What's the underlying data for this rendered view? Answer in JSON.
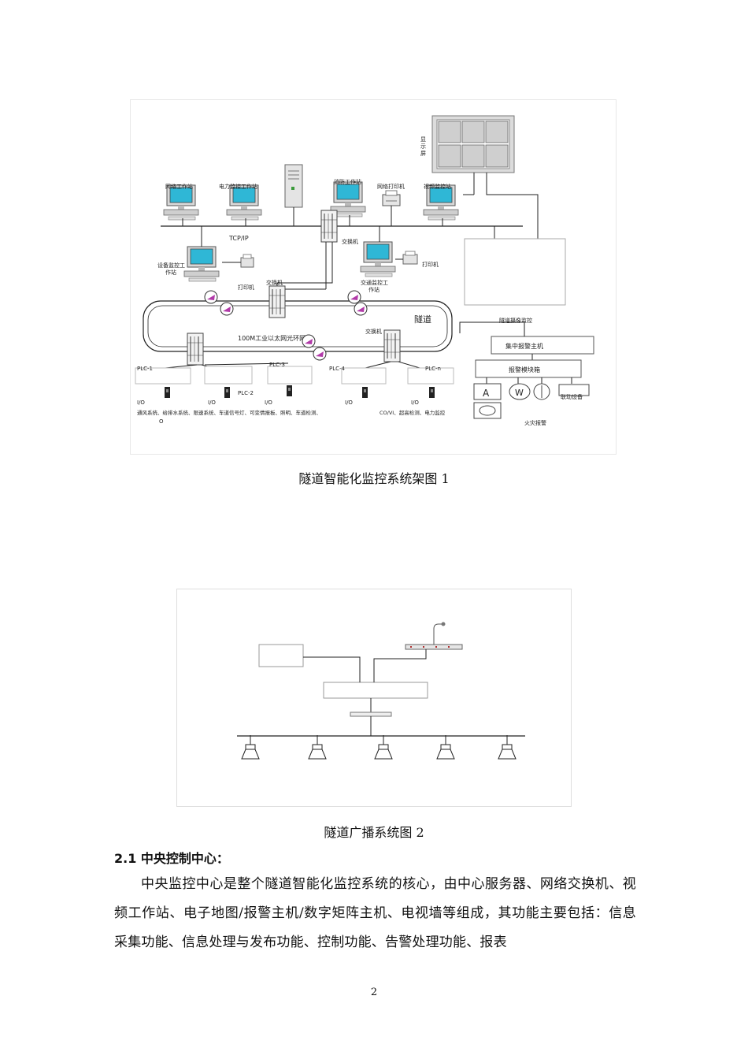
{
  "figure1": {
    "labels": {
      "display": "显\n示\n屏",
      "net_ws": "网络工作站",
      "power_ws": "电力监控工作站",
      "fire_ws": "消防工作站",
      "net_printer": "网络打印机",
      "video_ws": "视频监控站",
      "tcpip": "TCP/IP",
      "switch_top": "交换机",
      "printer_right": "打印机",
      "equip_ws": "设备监控工\n作站",
      "printer_left": "打印机",
      "switch_mid": "交换机",
      "traffic_ws": "交通监控工\n作站",
      "tunnel": "隧道",
      "ring": "100M工业以太网光环网",
      "switch_ring": "交换机",
      "cctv": "隧道摄像监控",
      "alarm_host": "集中报警主机",
      "alarm_module": "报警模块箱",
      "a": "A",
      "w": "W",
      "linkage": "联动设备",
      "fire_alarm": "火灾报警",
      "plc1": "PLC-1",
      "plc2": "PLC-2",
      "plc3": "PLC-3",
      "plc4": "PLC-4",
      "plcn": "PLC-n",
      "io": "I/O",
      "bottom_line": "通风系统、给排水系统、限速系统、车道信号灯、可变情报板、照明、车道检测、",
      "bottom_o": "O",
      "bottom_line2": "CO/VI、超高检测、电力监控"
    }
  },
  "captions": {
    "fig1": "隧道智能化监控系统架图 1",
    "fig2": "隧道广播系统图 2"
  },
  "section": {
    "heading": "2.1 中央控制中心：",
    "paragraph": "中央监控中心是整个隧道智能化监控系统的核心，由中心服务器、网络交换机、视频工作站、电子地图/报警主机/数字矩阵主机、电视墙等组成，其功能主要包括：信息采集功能、信息处理与发布功能、控制功能、告警处理功能、报表"
  },
  "page_number": "2"
}
